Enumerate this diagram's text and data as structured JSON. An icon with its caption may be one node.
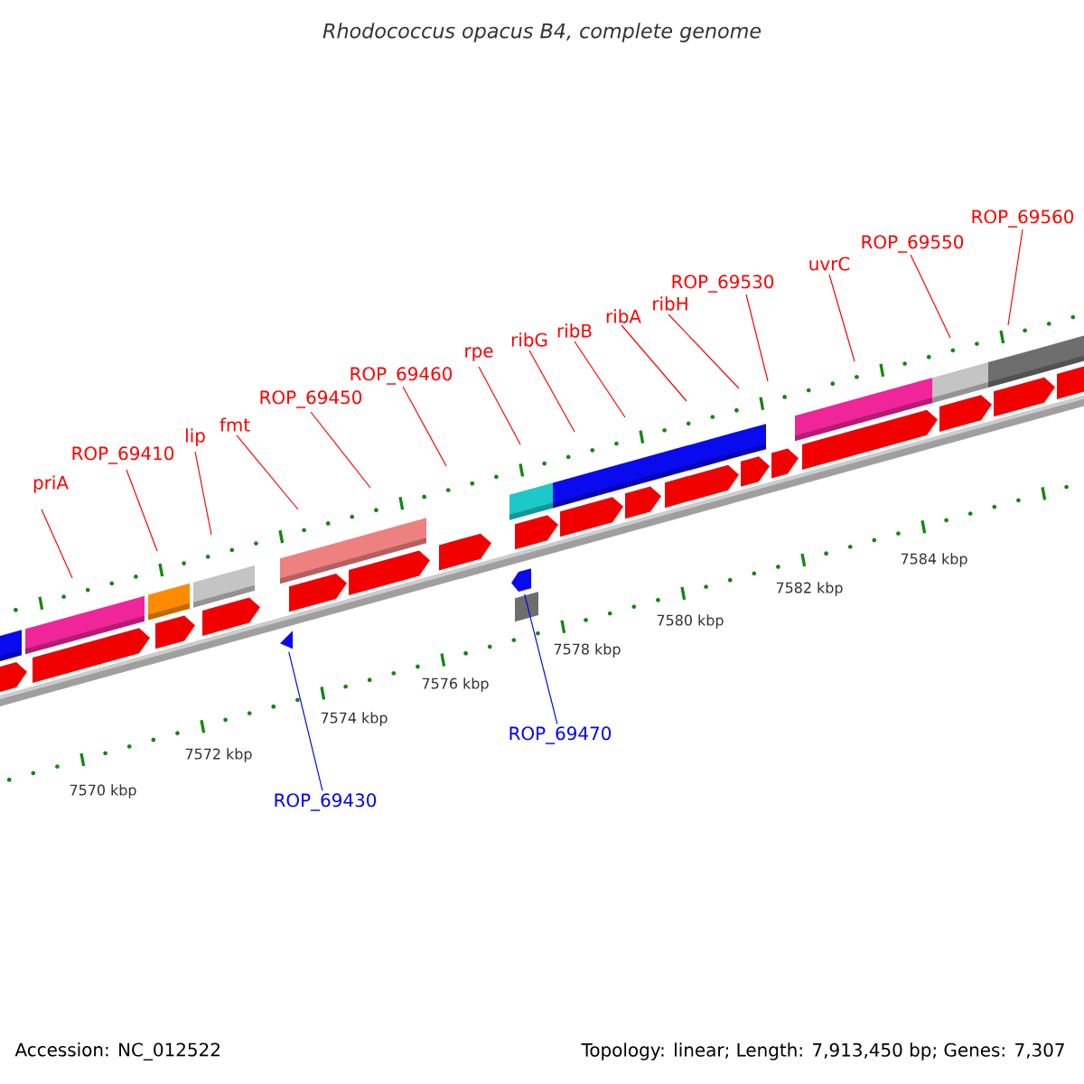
{
  "diagram": {
    "title": "Rhodococcus opacus B4, complete genome",
    "nodes": [
      {
        "text": [
          "priA"
        ]
      },
      {
        "text": [
          "ROP_69410"
        ]
      },
      {
        "text": [
          "lip"
        ]
      },
      {
        "text": [
          "fmt"
        ]
      },
      {
        "text": [
          "ROP_69450"
        ]
      },
      {
        "text": [
          "ROP_69460"
        ]
      },
      {
        "text": [
          "rpe"
        ]
      },
      {
        "text": [
          "ribG"
        ]
      },
      {
        "text": [
          "ribB"
        ]
      },
      {
        "text": [
          "ribA"
        ]
      },
      {
        "text": [
          "ribH"
        ]
      },
      {
        "text": [
          "ROP_69530"
        ]
      },
      {
        "text": [
          "uvrC"
        ]
      },
      {
        "text": [
          "ROP_69550"
        ]
      },
      {
        "text": [
          "ROP_69560"
        ]
      },
      {
        "text": [
          "ROP_69430"
        ]
      },
      {
        "text": [
          "ROP_69470"
        ]
      },
      {
        "text": [],
        "shape": "triangle"
      },
      {
        "text": [],
        "shape": "arrow"
      }
    ],
    "edges": [
      {
        "from": 0,
        "to": null,
        "arrow": "none"
      },
      {
        "from": 1,
        "to": null,
        "arrow": "none"
      },
      {
        "from": 2,
        "to": null,
        "arrow": "none"
      },
      {
        "from": 3,
        "to": null,
        "arrow": "none"
      },
      {
        "from": 4,
        "to": null,
        "arrow": "none"
      },
      {
        "from": 5,
        "to": null,
        "arrow": "none"
      },
      {
        "from": 6,
        "to": null,
        "arrow": "none"
      },
      {
        "from": 7,
        "to": null,
        "arrow": "none"
      },
      {
        "from": 8,
        "to": null,
        "arrow": "none"
      },
      {
        "from": 9,
        "to": null,
        "arrow": "none"
      },
      {
        "from": 10,
        "to": null,
        "arrow": "none"
      },
      {
        "from": 11,
        "to": null,
        "arrow": "none"
      },
      {
        "from": 12,
        "to": null,
        "arrow": "none"
      },
      {
        "from": 13,
        "to": null,
        "arrow": "none"
      },
      {
        "from": 14,
        "to": null,
        "arrow": "none"
      },
      {
        "from": 15,
        "to": 17,
        "arrow": "none",
        "color": "#0000ff"
      },
      {
        "from": 16,
        "to": 18,
        "arrow": "none",
        "color": "#0000ff"
      }
    ],
    "labels": [
      "7584 kbp",
      "7582 kbp",
      "7580 kbp",
      "7578 kbp",
      "7576 kbp",
      "7574 kbp",
      "7572 kbp",
      "7570 kbp",
      "Accession: NC_012522",
      "Topology: linear; Length: 7,913,450 bp; Genes: 7,307"
    ]
  }
}
